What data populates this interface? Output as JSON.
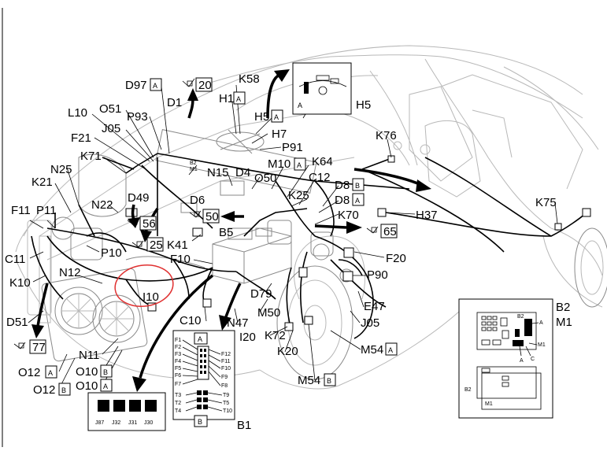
{
  "labels": {
    "D97": "D97",
    "D97_box": "A",
    "K58": "K58",
    "D1": "D1",
    "H1": "H1",
    "H1_box": "A",
    "H5a": "H5",
    "H5a_box": "A",
    "H5": "H5",
    "H7": "H7",
    "P91": "P91",
    "K64": "K64",
    "M10": "M10",
    "M10_box": "A",
    "L10": "L10",
    "O51": "O51",
    "P93": "P93",
    "J05": "J05",
    "F21": "F21",
    "K71": "K71",
    "N15": "N15",
    "D4": "D4",
    "O50": "O50",
    "C12": "C12",
    "N25": "N25",
    "K21": "K21",
    "N22": "N22",
    "D49": "D49",
    "D6": "D6",
    "K25": "K25",
    "D8a": "D8",
    "D8a_box": "B",
    "D8b": "D8",
    "D8b_box": "A",
    "K76": "K76",
    "K70": "K70",
    "H37": "H37",
    "K75": "K75",
    "F11": "F11",
    "P11": "P11",
    "B5": "B5",
    "K41": "K41",
    "P10": "P10",
    "F10": "F10",
    "F20": "F20",
    "P90": "P90",
    "C11": "C11",
    "N12": "N12",
    "K10": "K10",
    "I10": "I10",
    "D79": "D79",
    "E47": "E47",
    "M50": "M50",
    "J05b": "J05",
    "D51": "D51",
    "C10": "C10",
    "N47": "N47",
    "I20": "I20",
    "K72": "K72",
    "M54a": "M54",
    "M54a_box": "A",
    "K20": "K20",
    "M54b": "M54",
    "M54b_box": "B",
    "N11": "N11",
    "O12a": "O12",
    "O12a_box": "A",
    "O10a": "O10",
    "O10a_box": "B",
    "O12b": "O12",
    "O12b_box": "B",
    "O10b": "O10",
    "O10b_box": "A",
    "B1": "B1",
    "B2": "B2",
    "M1": "M1",
    "B2_sm": "B2",
    "M1_sm": "M1"
  },
  "refs": {
    "r20": "20",
    "r56": "56",
    "r50": "50",
    "r25": "25",
    "r65": "65",
    "r77": "77"
  },
  "fusebox": {
    "top_label": "A",
    "bottom_label": "B",
    "left": [
      "F1",
      "F2",
      "F3",
      "F4",
      "F5",
      "F6",
      "F7"
    ],
    "right": [
      "F12",
      "F11",
      "F10",
      "F9",
      "F8"
    ],
    "bottom_left": [
      "T3",
      "T2",
      "T4"
    ],
    "bottom_right": [
      "T9",
      "T5",
      "T10"
    ]
  },
  "relays": [
    "J87",
    "J32",
    "J31",
    "J30"
  ],
  "inset_h5": {
    "A": "A"
  },
  "inset_b2": {
    "B2": "B2",
    "A": "A",
    "M1": "M1",
    "A2": "A",
    "C": "C"
  },
  "inset_b2_bottom": {
    "B2": "B2",
    "M1": "M1"
  }
}
